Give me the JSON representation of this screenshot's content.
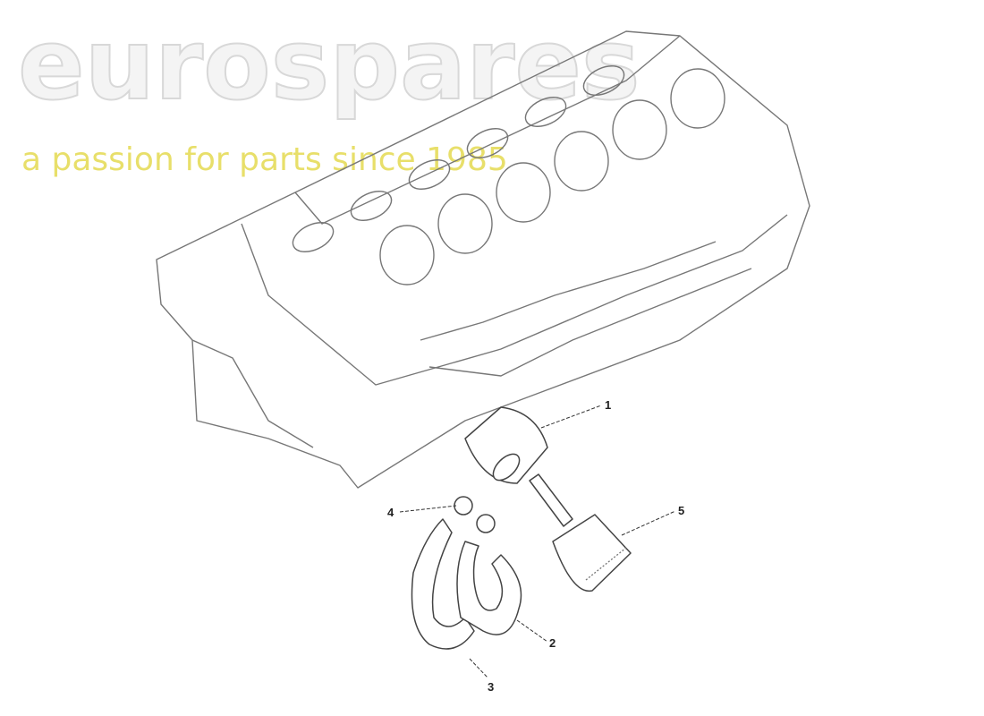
{
  "diagram": {
    "callouts": [
      {
        "label": "1",
        "part": "oil-cooler"
      },
      {
        "label": "2",
        "part": "hose"
      },
      {
        "label": "3",
        "part": "hose"
      },
      {
        "label": "4",
        "part": "hose-clip"
      },
      {
        "label": "5",
        "part": "oil-filter"
      }
    ]
  },
  "watermark": {
    "brand": "eurospares",
    "tagline": "a passion for parts since 1985",
    "tagline_color": "#f7f3a8"
  }
}
